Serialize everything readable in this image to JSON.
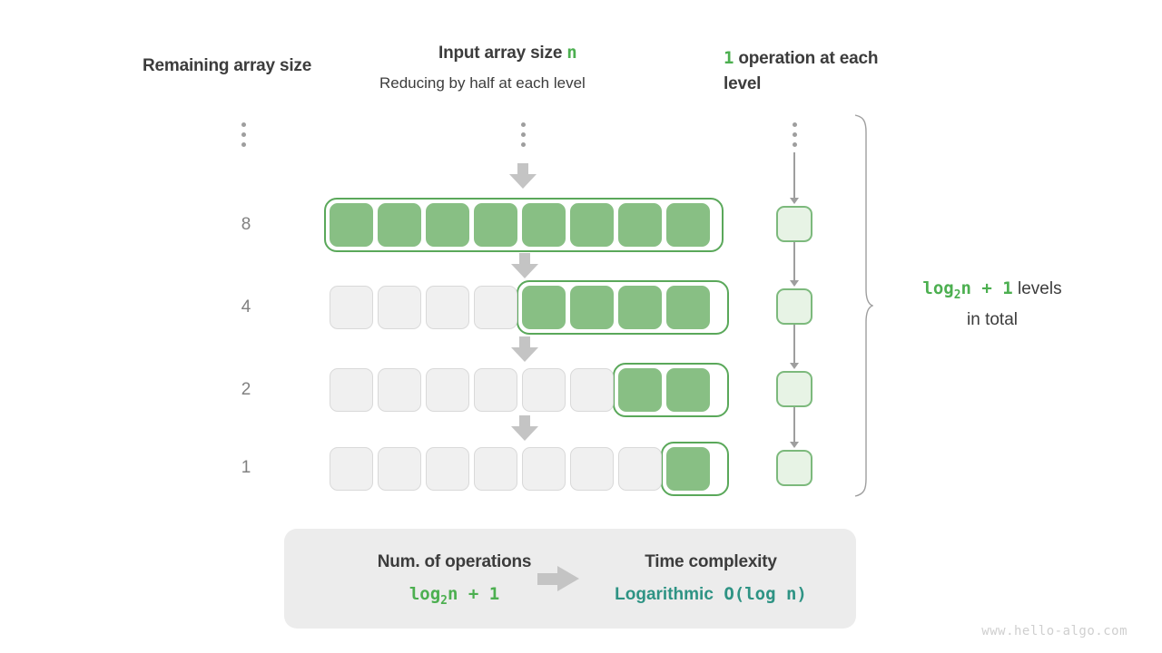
{
  "headers": {
    "left": "Remaining array size",
    "middle_title_prefix": "Input array size ",
    "middle_title_var": "n",
    "middle_subtitle": "Reducing by half at each level",
    "right_count": "1",
    "right_text": " operation at each level"
  },
  "levels": [
    {
      "size_label": "⋮",
      "is_dots": true,
      "total_cells": 8,
      "filled_cells": 0
    },
    {
      "size_label": "8",
      "is_dots": false,
      "total_cells": 8,
      "filled_cells": 8
    },
    {
      "size_label": "4",
      "is_dots": false,
      "total_cells": 8,
      "filled_cells": 4
    },
    {
      "size_label": "2",
      "is_dots": false,
      "total_cells": 8,
      "filled_cells": 2
    },
    {
      "size_label": "1",
      "is_dots": false,
      "total_cells": 8,
      "filled_cells": 1
    }
  ],
  "operations_per_level": "1",
  "annotation": {
    "formula_pre": "log",
    "formula_sub": "2",
    "formula_post": "n + 1",
    "line1_suffix": "  levels",
    "line2": "in total"
  },
  "summary": {
    "left_title": "Num. of operations",
    "left_value_pre": "log",
    "left_value_sub": "2",
    "left_value_post": "n + 1",
    "arrow": "arrow-right",
    "right_title": "Time complexity",
    "right_value_word": "Logarithmic",
    "right_value_mono": "  O(log n)"
  },
  "watermark": "www.hello-algo.com",
  "colors": {
    "green_fill": "#88bf84",
    "green_border": "#5aa85a",
    "green_text": "#4caf50",
    "teal_text": "#2e9384",
    "gray_cell": "#f0f0f0",
    "gray_arrow": "#c4c4c4",
    "label_gray": "#808080",
    "box_bg": "#ececec"
  }
}
